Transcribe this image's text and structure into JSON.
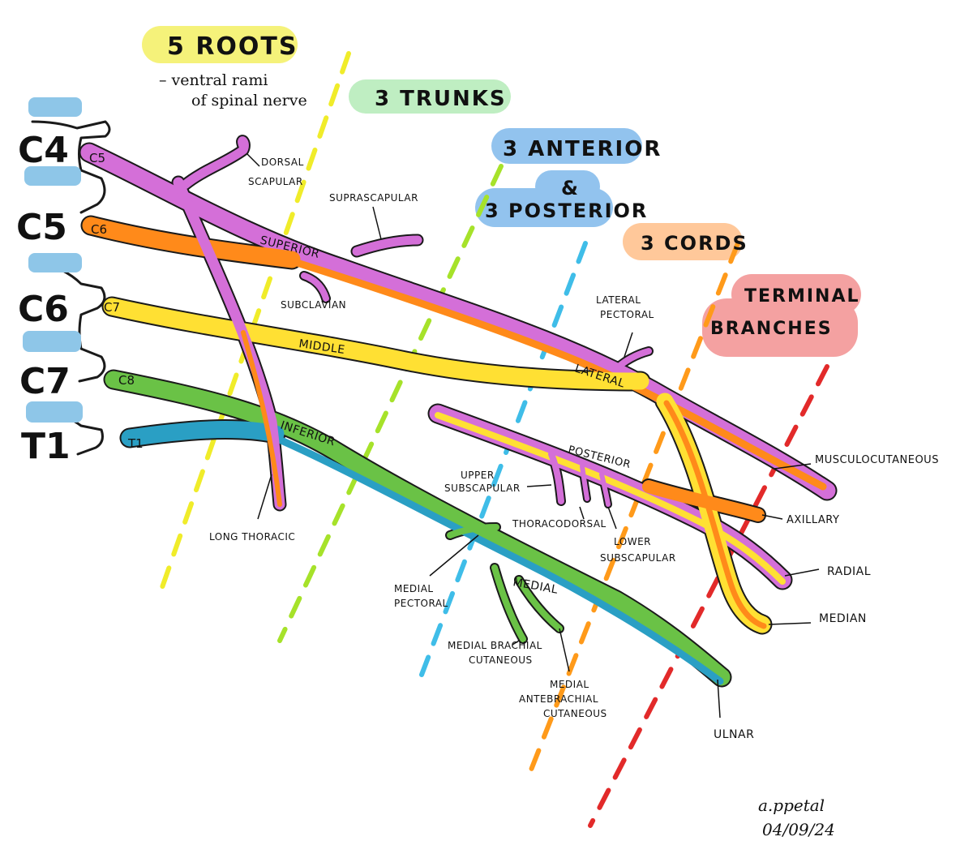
{
  "headers": {
    "roots": "5 ROOTS",
    "roots_note_line1": "– ventral rami",
    "roots_note_line2": "of spinal nerve",
    "trunks": "3 TRUNKS",
    "divisions_line1": "3 ANTERIOR",
    "divisions_amp": "&",
    "divisions_line2": "3 POSTERIOR",
    "cords": "3 CORDS",
    "terminal_line1": "TERMINAL",
    "terminal_line2": "BRANCHES"
  },
  "vertebrae": [
    "C4",
    "C5",
    "C6",
    "C7",
    "T1"
  ],
  "roots": [
    "C5",
    "C6",
    "C7",
    "C8",
    "T1"
  ],
  "trunks": [
    "SUPERIOR",
    "MIDDLE",
    "INFERIOR"
  ],
  "cords": [
    "LATERAL",
    "POSTERIOR",
    "MEDIAL"
  ],
  "branches": {
    "dorsal_scapular": [
      "DORSAL",
      "SCAPULAR"
    ],
    "suprascapular": "SUPRASCAPULAR",
    "subclavian": "SUBCLAVIAN",
    "long_thoracic": "LONG THORACIC",
    "lateral_pectoral": [
      "LATERAL",
      "PECTORAL"
    ],
    "upper_subscapular": [
      "UPPER",
      "SUBSCAPULAR"
    ],
    "thoracodorsal": "THORACODORSAL",
    "lower_subscapular": [
      "LOWER",
      "SUBSCAPULAR"
    ],
    "medial_pectoral": [
      "MEDIAL",
      "PECTORAL"
    ],
    "medial_brachial": [
      "MEDIAL BRACHIAL",
      "CUTANEOUS"
    ],
    "medial_antebrachial": [
      "MEDIAL",
      "ANTEBRACHIAL",
      "CUTANEOUS"
    ]
  },
  "terminal": [
    "MUSCULOCUTANEOUS",
    "AXILLARY",
    "RADIAL",
    "MEDIAN",
    "ULNAR"
  ],
  "signature": [
    "a.ppetal",
    "04/09/24"
  ],
  "colors": {
    "c5": "#d46fd8",
    "c6": "#ff8a1a",
    "c7": "#ffe033",
    "c8": "#6ac246",
    "t1": "#2a9fc4",
    "vertebra": "#8ec6e8",
    "hl_yellow": "#f5f27a",
    "hl_green": "#bfeec2",
    "hl_blue": "#92c3ee",
    "hl_orange": "#ffc89a",
    "hl_red": "#f4a1a1",
    "dash_yellow": "#f0ec2a",
    "dash_green": "#a6e22a",
    "dash_blue": "#3fbde8",
    "dash_orange": "#ff9a1a",
    "dash_red": "#e22a2a"
  }
}
